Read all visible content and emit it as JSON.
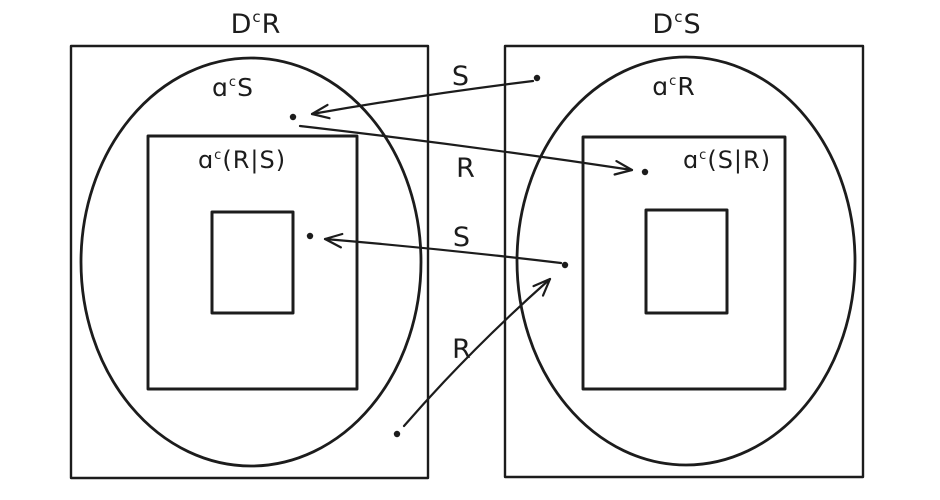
{
  "background_color": "#ffffff",
  "ink_color": "#1c1c1c",
  "left_panel": {
    "title": {
      "base": "D",
      "sup": "c",
      "rest": "R"
    },
    "ellipse_label": {
      "base": "ɑ",
      "sup": "c",
      "rest": "S"
    },
    "inner_label": {
      "base": "ɑ",
      "sup": "c",
      "rest": "(R|S)"
    }
  },
  "right_panel": {
    "title": {
      "base": "D",
      "sup": "c",
      "rest": "S"
    },
    "ellipse_label": {
      "base": "ɑ",
      "sup": "c",
      "rest": "R"
    },
    "inner_label": {
      "base": "ɑ",
      "sup": "c",
      "rest": "(S|R)"
    }
  },
  "arrows": [
    {
      "label": "S",
      "from": "point-right-panel-top",
      "to": "point-left-ellipse"
    },
    {
      "label": "R",
      "from": "point-left-ellipse",
      "to": "point-right-middle-box"
    },
    {
      "label": "S",
      "from": "point-right-ellipse",
      "to": "point-left-inner-box"
    },
    {
      "label": "R",
      "from": "point-left-panel-bottom",
      "to": "point-right-ellipse"
    }
  ]
}
